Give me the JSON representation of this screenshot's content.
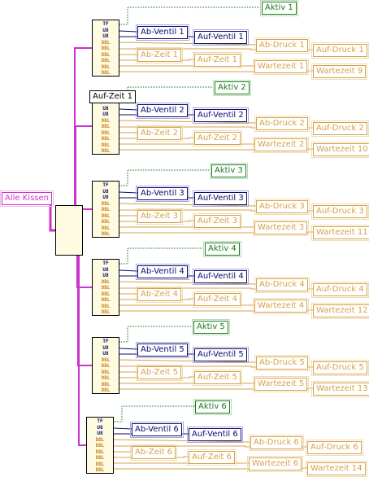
{
  "source_label": "Alle Kissen",
  "cluster_rows": [
    "TF",
    "U8",
    "U8",
    "DBL",
    "DBL",
    "DBL",
    "DBL",
    "DBL",
    "DBL"
  ],
  "groups": [
    {
      "aktiv": "Aktiv 1",
      "ab_ventil": "Ab-Ventil 1",
      "auf_ventil": "Auf-Ventil 1",
      "ab_zeit": "Ab-Zeit 1",
      "auf_zeit": "Auf-Zeit 1",
      "ab_druck": "Ab-Druck 1",
      "auf_druck": "Auf-Druck 1",
      "wartezeit_a": "Wartezeit 1",
      "wartezeit_b": "Wartezeit 9"
    },
    {
      "aktiv": "Aktiv 2",
      "header_label": "Auf-Zeit 1",
      "ab_ventil": "Ab-Ventil 2",
      "auf_ventil": "Auf-Ventil 2",
      "ab_zeit": "Ab-Zeit 2",
      "auf_zeit": "Auf-Zeit 2",
      "ab_druck": "Ab-Druck 2",
      "auf_druck": "Auf-Druck 2",
      "wartezeit_a": "Wartezeit 2",
      "wartezeit_b": "Wartezeit 10"
    },
    {
      "aktiv": "Aktiv 3",
      "ab_ventil": "Ab-Ventil 3",
      "auf_ventil": "Auf-Ventil 3",
      "ab_zeit": "Ab-Zeit 3",
      "auf_zeit": "Auf-Zeit 3",
      "ab_druck": "Ab-Druck 3",
      "auf_druck": "Auf-Druck 3",
      "wartezeit_a": "Wartezeit 3",
      "wartezeit_b": "Wartezeit 11"
    },
    {
      "aktiv": "Aktiv 4",
      "ab_ventil": "Ab-Ventil 4",
      "auf_ventil": "Auf-Ventil 4",
      "ab_zeit": "Ab-Zeit 4",
      "auf_zeit": "Auf-Zeit 4",
      "ab_druck": "Ab-Druck 4",
      "auf_druck": "Auf-Druck 4",
      "wartezeit_a": "Wartezeit 4",
      "wartezeit_b": "Wartezeit 12"
    },
    {
      "aktiv": "Aktiv 5",
      "ab_ventil": "Ab-Ventil 5",
      "auf_ventil": "Auf-Ventil 5",
      "ab_zeit": "Ab-Zeit 5",
      "auf_zeit": "Auf-Zeit 5",
      "ab_druck": "Ab-Druck 5",
      "auf_druck": "Auf-Druck 5",
      "wartezeit_a": "Wartezeit 5",
      "wartezeit_b": "Wartezeit 13"
    },
    {
      "aktiv": "Aktiv 6",
      "ab_ventil": "Ab-Ventil 6",
      "auf_ventil": "Auf-Ventil 6",
      "ab_zeit": "Ab-Zeit 6",
      "auf_zeit": "Auf-Zeit 6",
      "ab_druck": "Ab-Druck 6",
      "auf_druck": "Auf-Druck 6",
      "wartezeit_a": "Wartezeit 6",
      "wartezeit_b": "Wartezeit 14"
    }
  ],
  "colors": {
    "cluster_wire": "#cc33cc",
    "boolean_wire": "#0b0b6e",
    "numeric_wire": "#d6a148",
    "indicator_wire": "#1a7a1a",
    "cluster_fill": "#fffbe0"
  }
}
